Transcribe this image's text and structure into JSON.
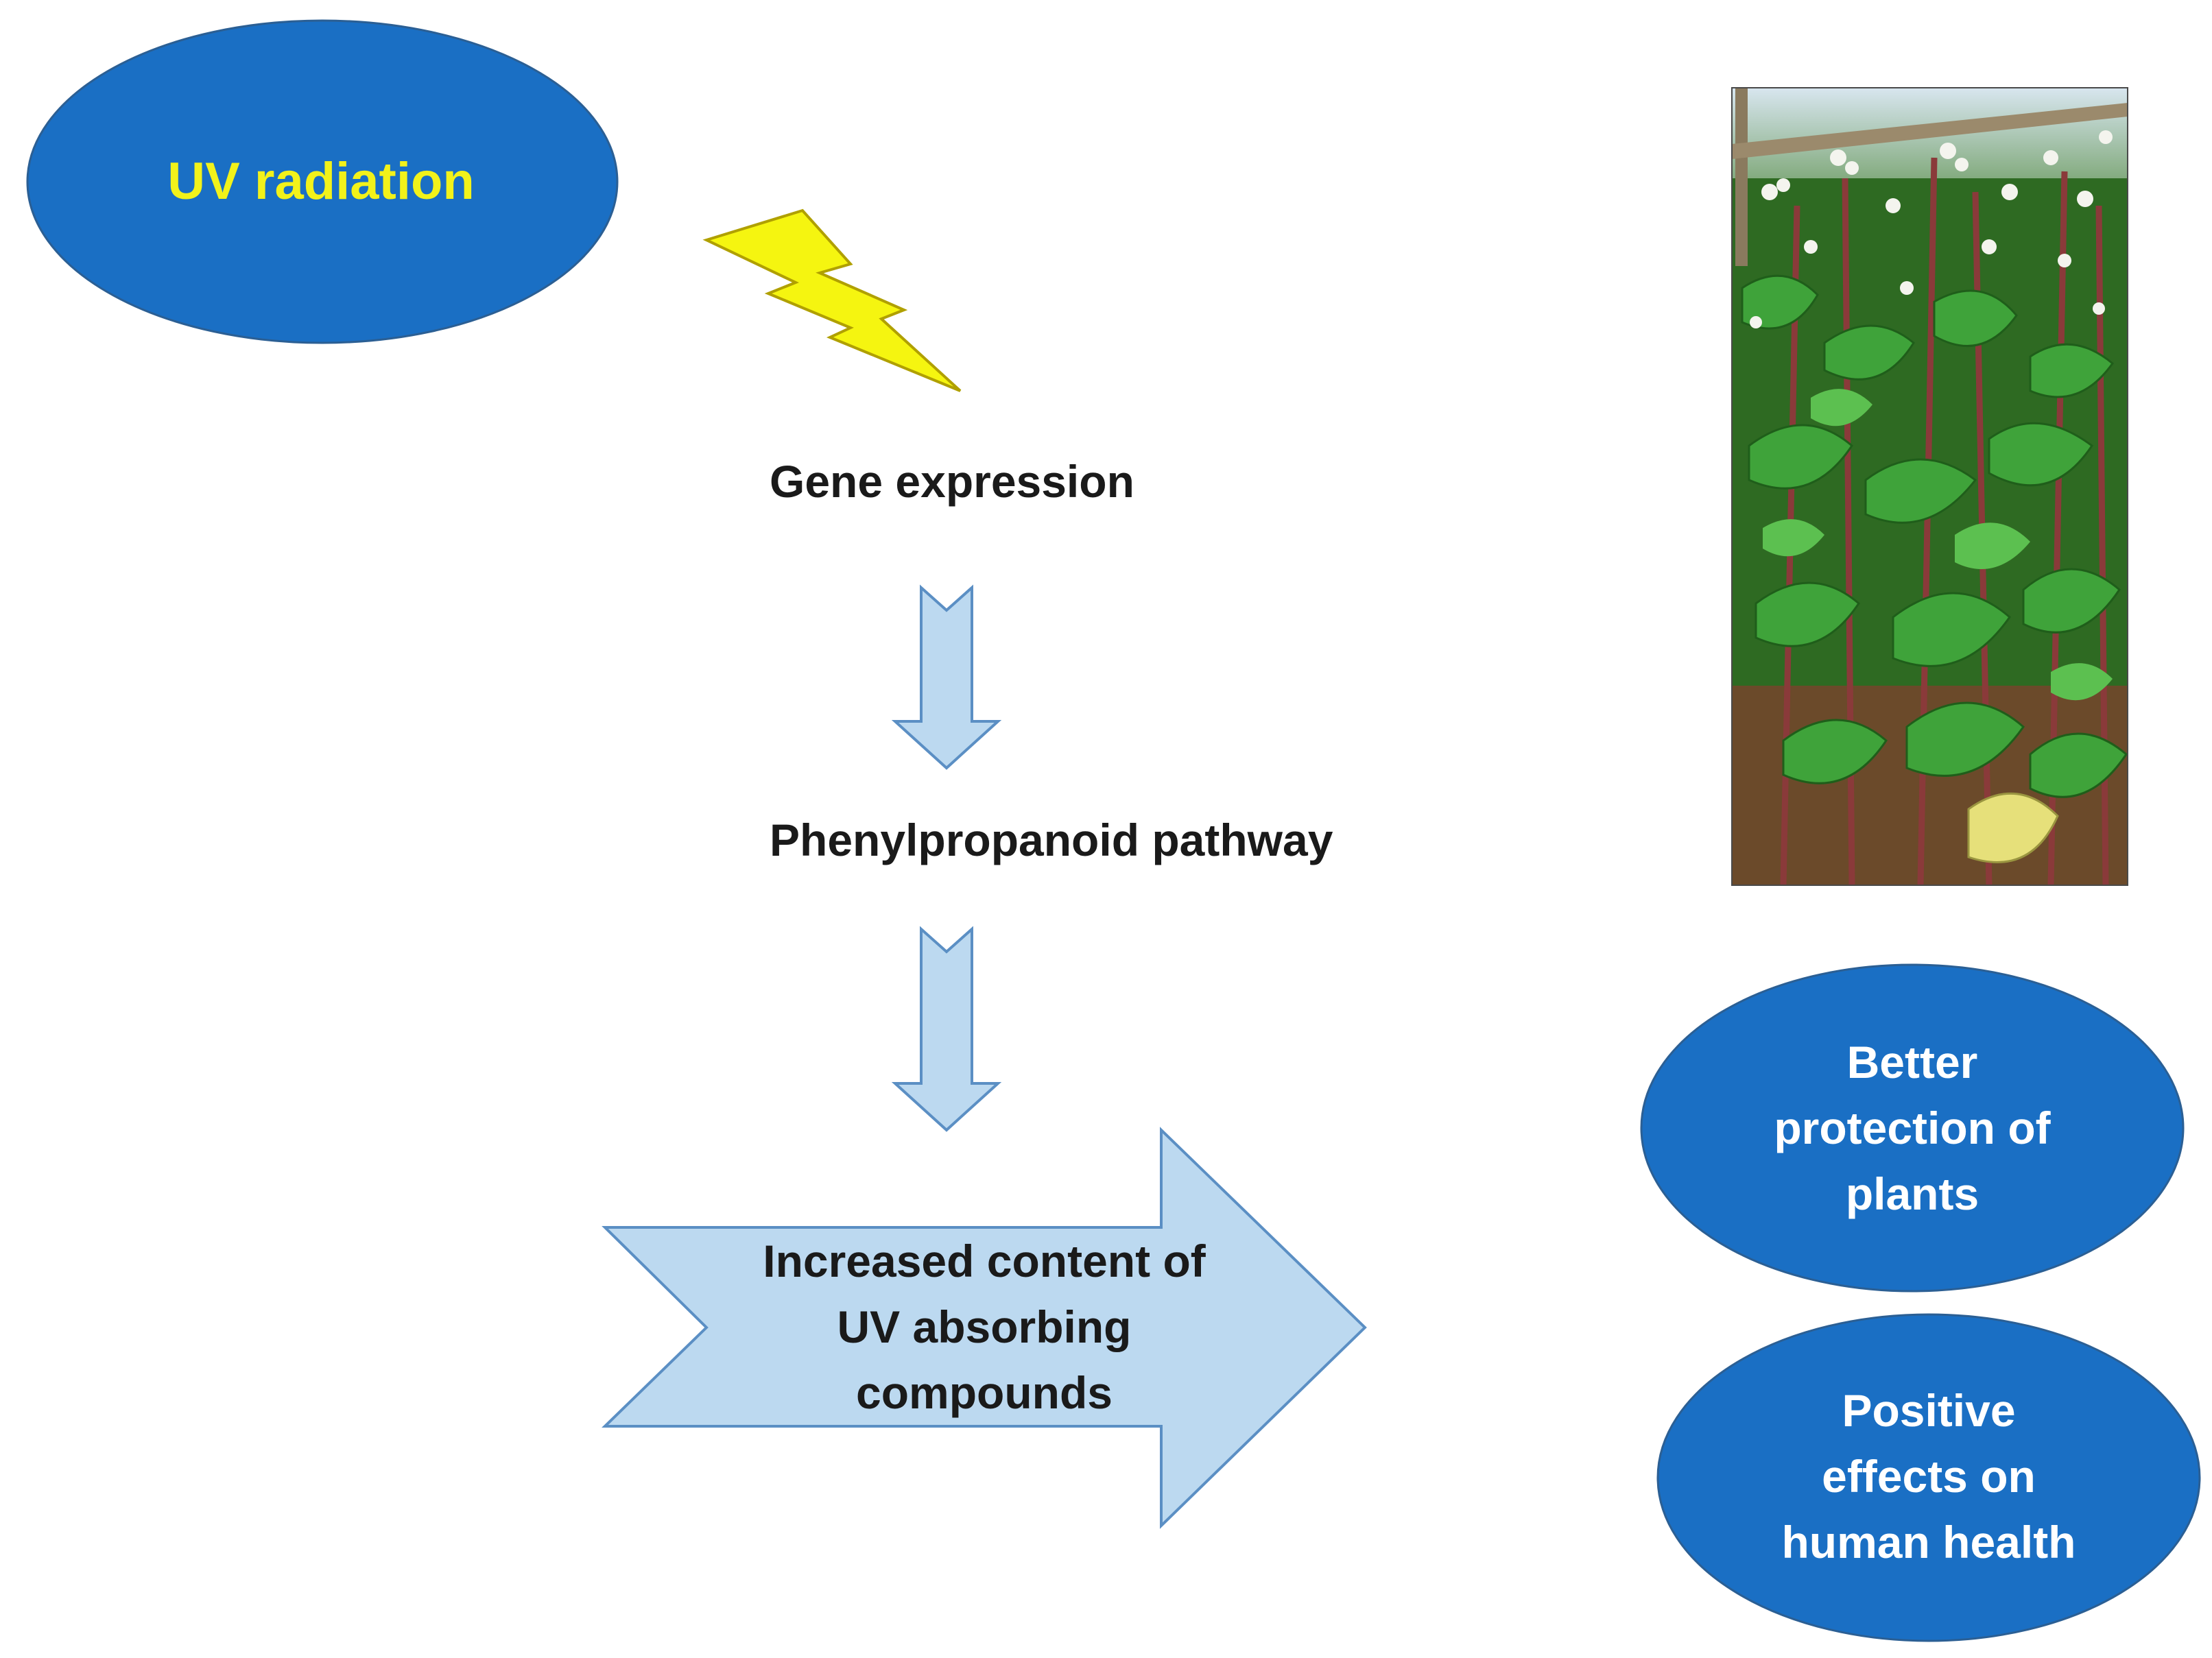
{
  "nodes": {
    "uv_radiation": "UV radiation",
    "gene_expression": "Gene expression",
    "phenylpropanoid": "Phenylpropanoid pathway",
    "increased_content": [
      "Increased content of",
      "UV absorbing",
      "compounds"
    ],
    "better_protection": [
      "Better",
      "protection of",
      "plants"
    ],
    "positive_effects": [
      "Positive",
      "effects on",
      "human health"
    ]
  },
  "photo": {
    "subject": "buckwheat plants with white flowers"
  },
  "colors": {
    "ellipse_fill": "#1a6fc4",
    "uv_text": "#f2f21a",
    "white_text": "#ffffff",
    "arrow_fill": "#bcd9f0",
    "arrow_stroke": "#5b8fc4",
    "bolt_fill": "#f5f510",
    "bolt_stroke": "#b0a000",
    "dark_text": "#1a1a1a"
  }
}
